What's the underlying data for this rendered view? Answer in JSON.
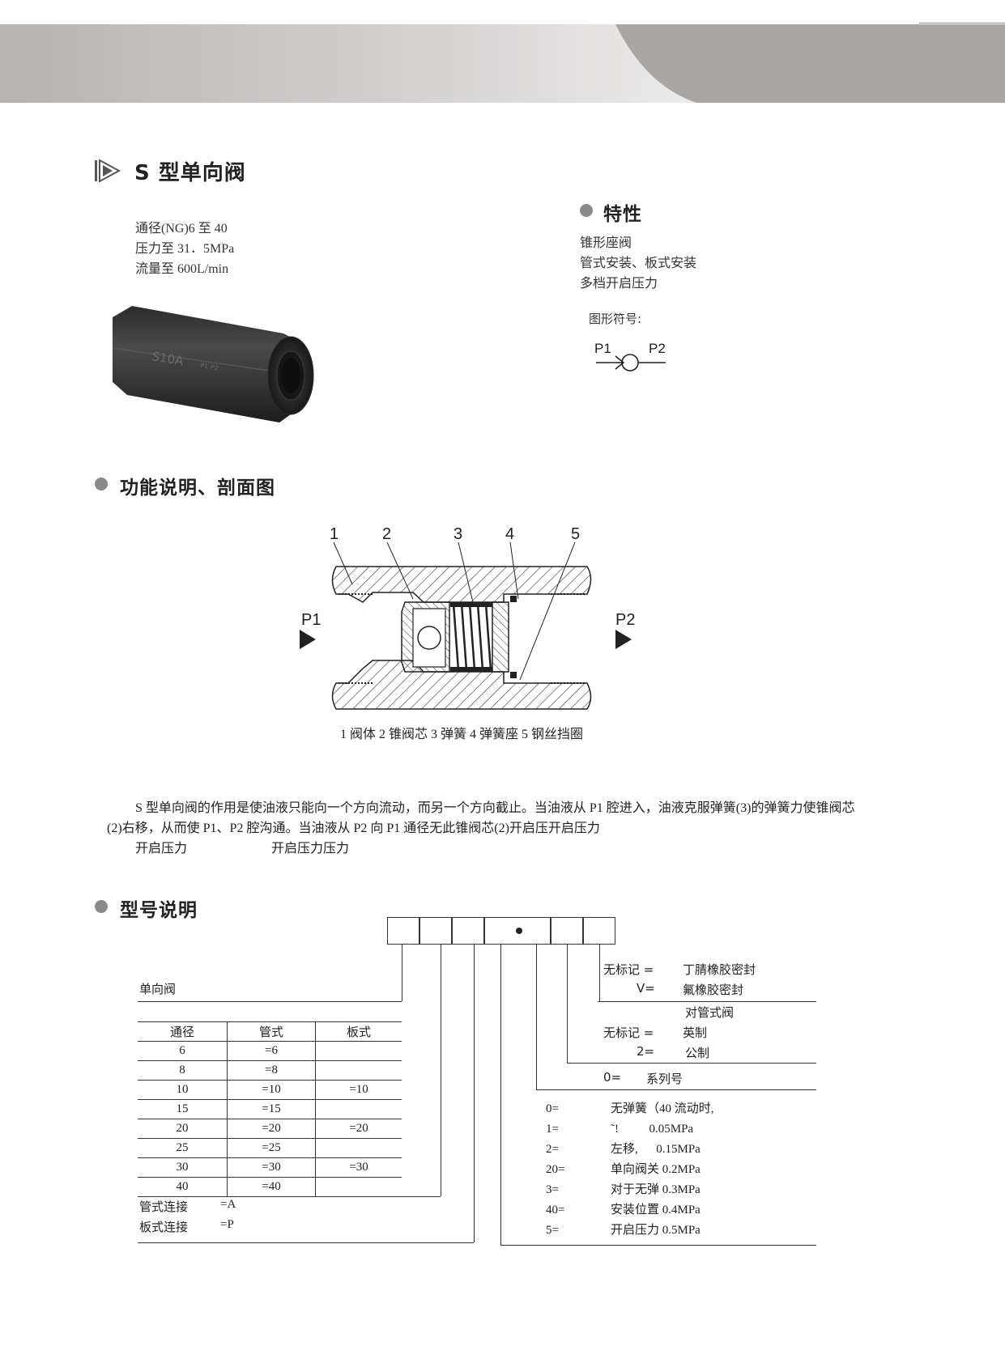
{
  "header": {
    "title": "S 型单向阀"
  },
  "specs": [
    "通径(NG)6 至 40",
    "压力至 31．5MPa",
    "流量至 600L/min"
  ],
  "product_photo": {
    "marking": "S10A",
    "marking_ports": "P1 P2"
  },
  "features": {
    "heading": "特性",
    "items": [
      "锥形座阀",
      "管式安装、板式安装",
      "多档开启压力"
    ],
    "symbol_label": "图形符号:",
    "symbol_p1": "P1",
    "symbol_p2": "P2"
  },
  "function": {
    "heading": "功能说明、剖面图",
    "callouts": [
      "1",
      "2",
      "3",
      "4",
      "5"
    ],
    "port_p1": "P1",
    "port_p2": "P2",
    "caption": "1 阀体 2 锥阀芯 3 弹簧 4 弹簧座 5 钢丝挡圈",
    "paragraph_line1": "S 型单向阀的作用是使油液只能向一个方向流动，而另一个方向截止。当油液从 P1 腔进入，油液克服弹簧(3)的弹簧力使锥阀芯",
    "paragraph_line2": "(2)右移，从而使 P1、P2 腔沟通。当油液从 P2 向 P1 通径无此锥阀芯(2)开启压开启压力",
    "paragraph_line3a": "开启压力",
    "paragraph_line3b": "开启压力压力"
  },
  "model": {
    "heading": "型号说明",
    "valve_label": "单向阀",
    "table_headers": [
      "通径",
      "管式",
      "板式"
    ],
    "table_rows": [
      [
        "6",
        "=6",
        ""
      ],
      [
        "8",
        "=8",
        ""
      ],
      [
        "10",
        "=10",
        "=10"
      ],
      [
        "15",
        "=15",
        ""
      ],
      [
        "20",
        "=20",
        "=20"
      ],
      [
        "25",
        "=25",
        ""
      ],
      [
        "30",
        "=30",
        "=30"
      ],
      [
        "40",
        "=40",
        ""
      ]
    ],
    "conn_pipe": "管式连接",
    "conn_pipe_code": "=A",
    "conn_plate": "板式连接",
    "conn_plate_code": "=P",
    "seal_none_key": "无标记 =",
    "seal_none_val": "丁腈橡胶密封",
    "seal_v_key": "V=",
    "seal_v_val": "氟橡胶密封",
    "thread_note": "对管式阀",
    "thread_none_key": "无标记 =",
    "thread_none_val": "英制",
    "thread_2_key": "2=",
    "thread_2_val": "公制",
    "series_key": "0=",
    "series_val": "系列号",
    "spring_rows": [
      [
        "0=",
        "无弹簧（40 流动时,"
      ],
      [
        "1=",
        "˜!          0.05MPa"
      ],
      [
        "2=",
        "左移,      0.15MPa"
      ],
      [
        "20=",
        "单向阀关 0.2MPa"
      ],
      [
        "3=",
        "对于无弹 0.3MPa"
      ],
      [
        "40=",
        "安装位置 0.4MPa"
      ],
      [
        "5=",
        "开启压力 0.5MPa"
      ]
    ]
  }
}
